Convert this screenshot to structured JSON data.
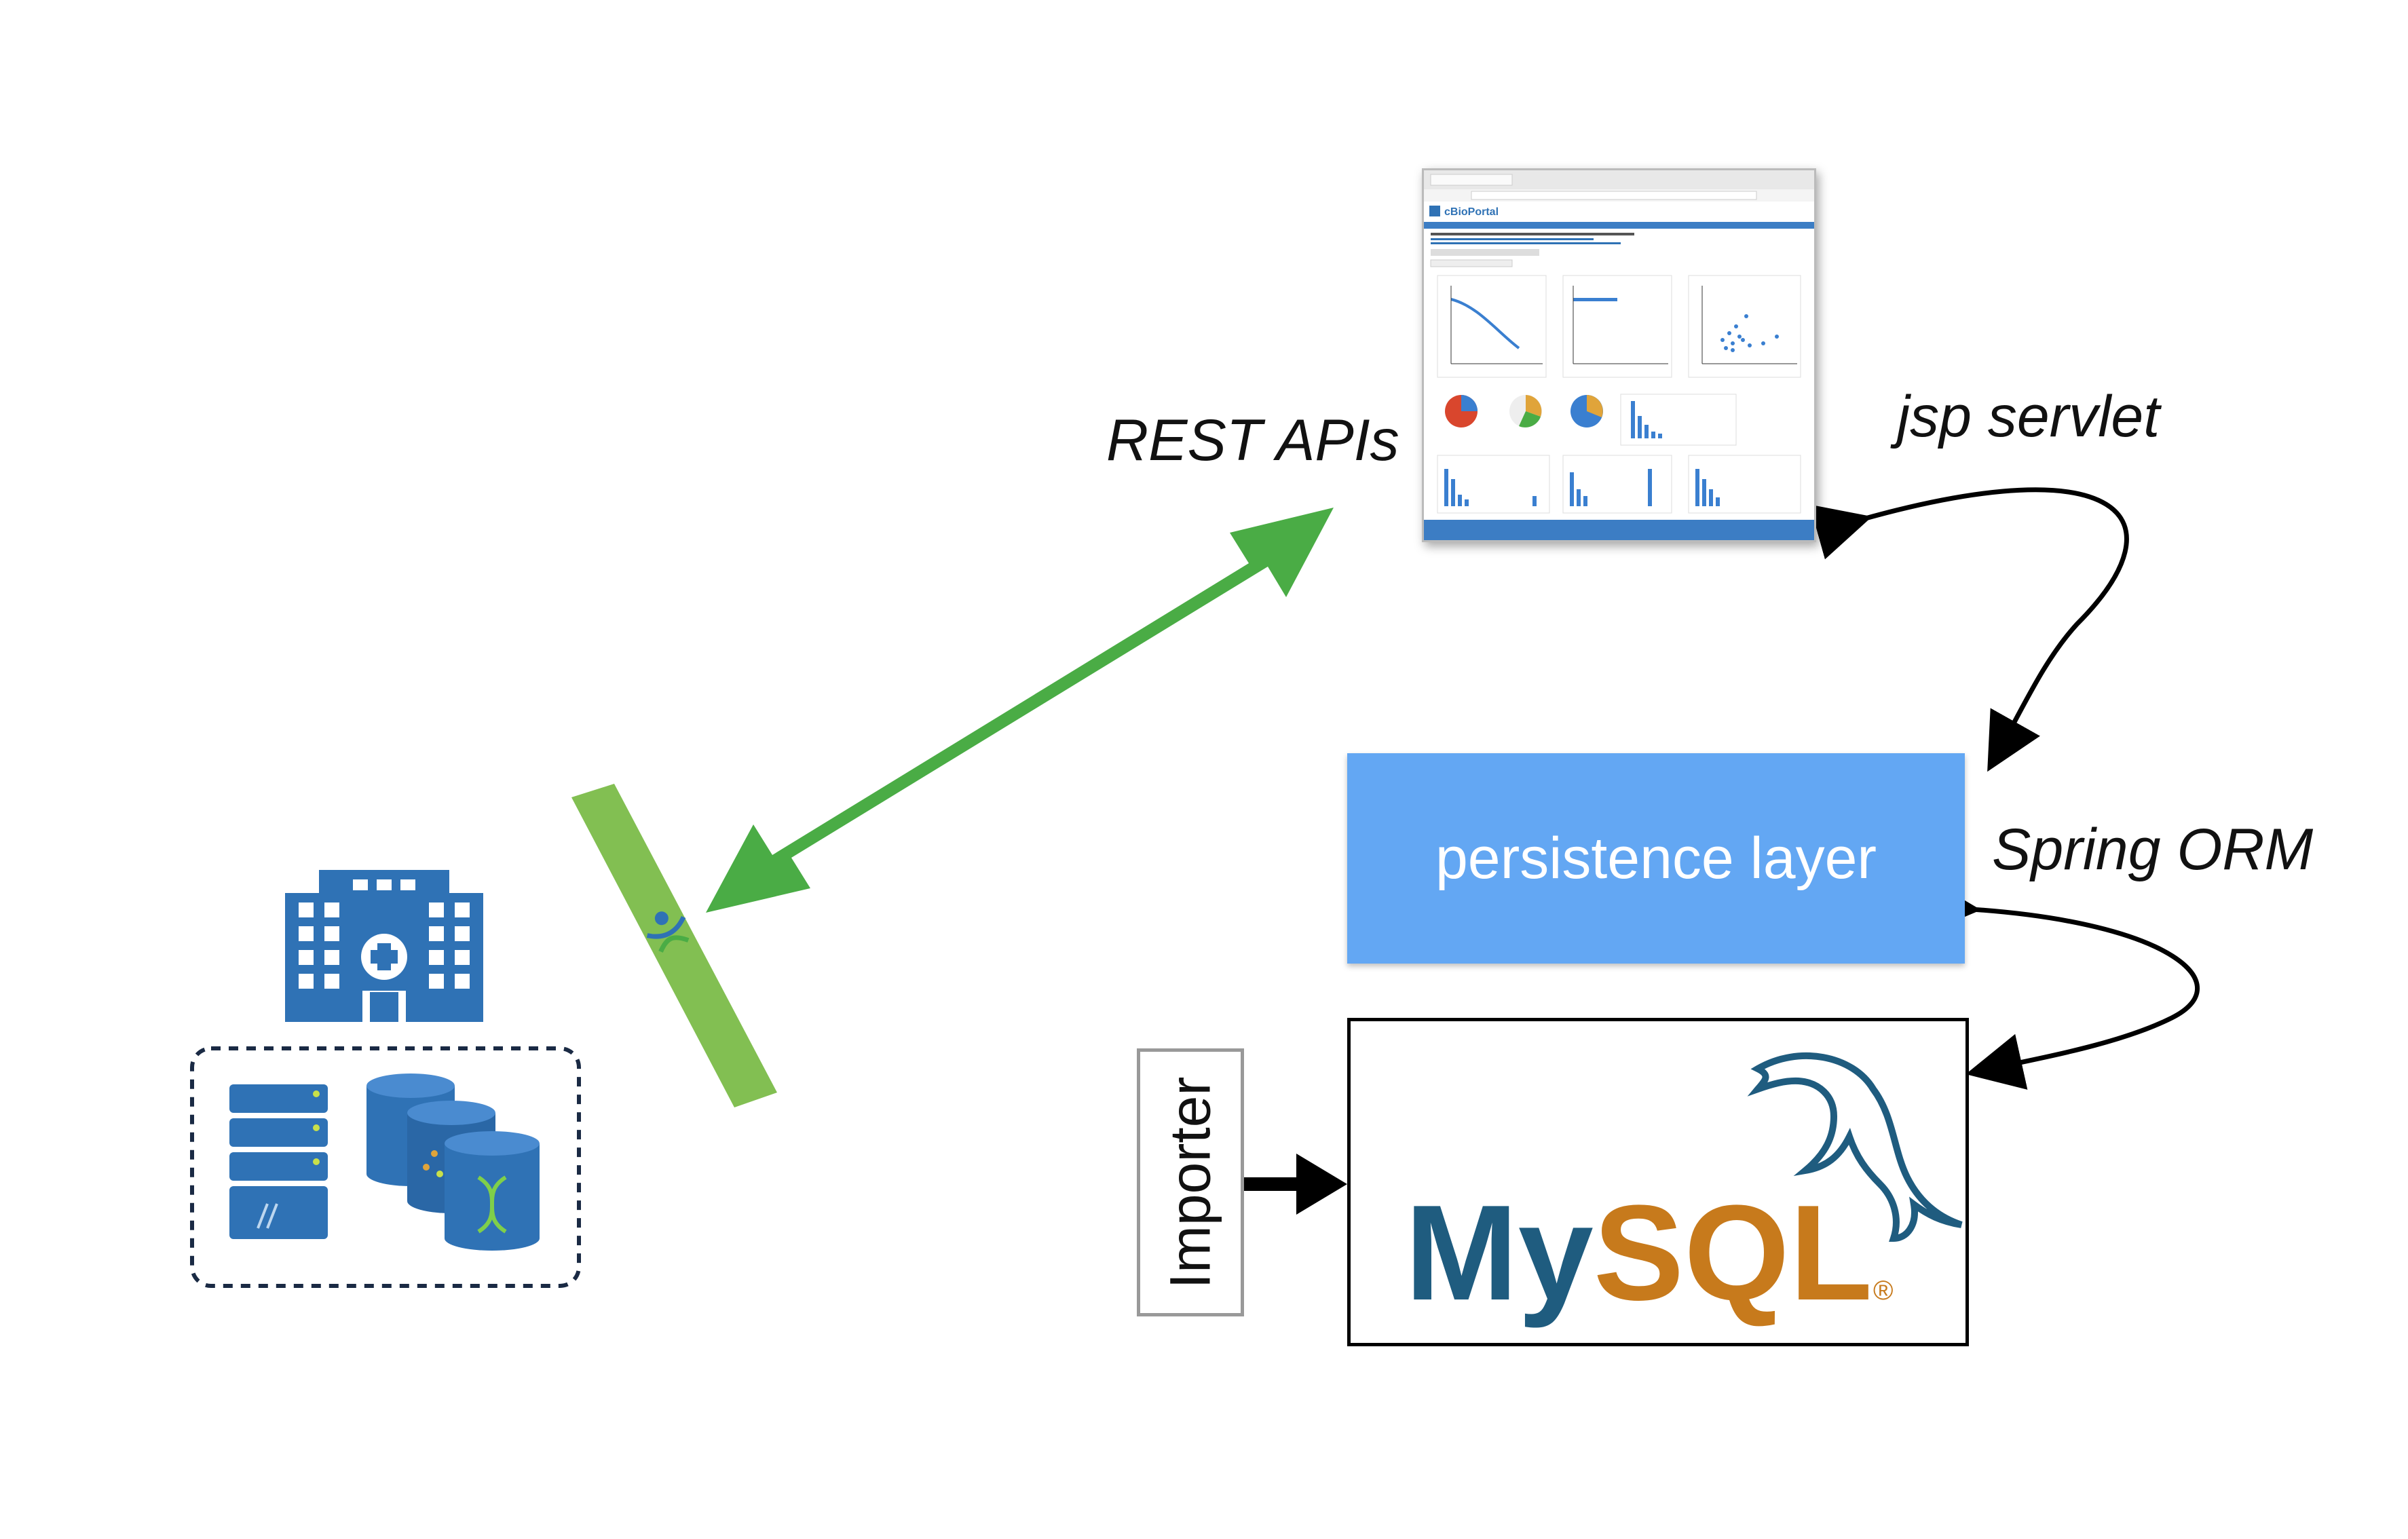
{
  "labels": {
    "rest_apis": "REST APIs",
    "jsp_servlet": "jsp servlet",
    "spring_orm": "Spring ORM",
    "persistence_layer": "persistence layer",
    "importer": "Importer",
    "mysql": "MySQL"
  },
  "screenshot": {
    "app_name": "cBioPortal"
  },
  "colors": {
    "persistence_fill": "#63a7f3",
    "arrow_green": "#4aac45",
    "bar_green": "#82bf52",
    "hospital_blue": "#2f72b5",
    "mysql_blue": "#1f5c7f",
    "mysql_orange": "#c77a1c"
  }
}
